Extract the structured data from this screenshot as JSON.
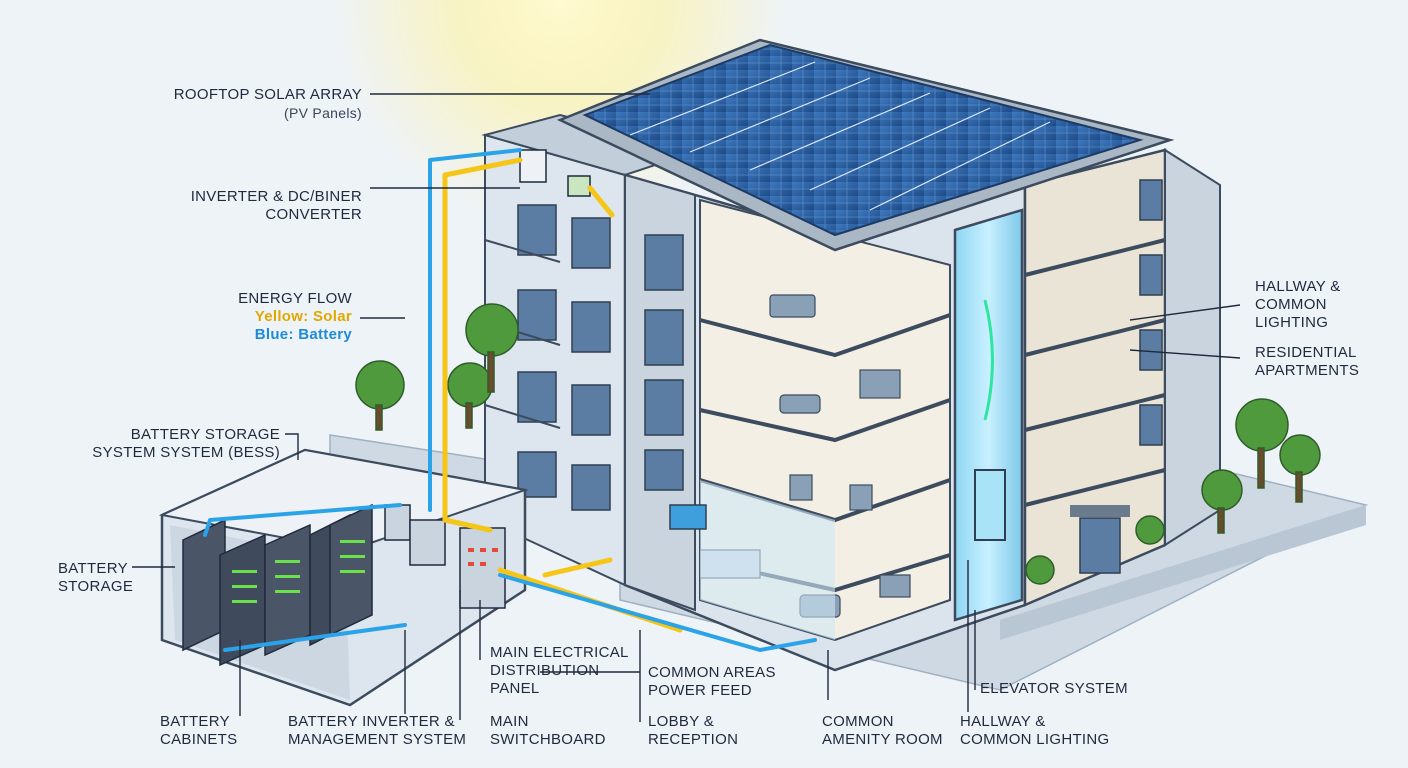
{
  "colors": {
    "solar_flow": "#f5c518",
    "battery_flow": "#2aa3e8",
    "sky": "#eef3f8",
    "building": "#d9e2ec",
    "building_dark": "#3c4b5e",
    "panel": "#2b5d9c",
    "ground": "#c9d4de",
    "tree": "#4f9a3d",
    "interior": "#f3efe4",
    "line": "#1f2a3d"
  },
  "labels": {
    "rooftop_solar": {
      "line1": "ROOFTOP SOLAR ARRAY",
      "line2": "(PV Panels)"
    },
    "inverter": {
      "line1": "INVERTER & DC/BINER",
      "line2": "CONVERTER"
    },
    "energy_flow": {
      "title": "ENERGY FLOW",
      "solar": "Yellow: Solar",
      "battery": "Blue: Battery"
    },
    "bess": {
      "line1": "BATTERY STORAGE",
      "line2": "SYSTEM SYSTEM (BESS)"
    },
    "battery_storage": {
      "line1": "BATTERY",
      "line2": "STORAGE"
    },
    "battery_cabinets": {
      "line1": "BATTERY",
      "line2": "CABINETS"
    },
    "battery_inverter": {
      "line1": "BATTERY INVERTER &",
      "line2": "MANAGEMENT SYSTEM"
    },
    "main_switchboard": {
      "line1": "MAIN",
      "line2": "SWITCHBOARD"
    },
    "main_panel": {
      "line1": "MAIN ELECTRICAL",
      "line2": "DISTRIBUTION",
      "line3": "PANEL"
    },
    "common_areas_feed": {
      "line1": "COMMON AREAS",
      "line2": "POWER FEED"
    },
    "lobby": {
      "line1": "LOBBY &",
      "line2": "RECEPTION"
    },
    "amenity": {
      "line1": "COMMON",
      "line2": "AMENITY ROOM"
    },
    "elevator": {
      "line1": "ELEVATOR SYSTEM"
    },
    "hallway_bottom": {
      "line1": "HALLWAY &",
      "line2": "COMMON LIGHTING"
    },
    "hallway_right": {
      "line1": "HALLWAY &",
      "line2": "COMMON",
      "line3": "LIGHTING"
    },
    "residential": {
      "line1": "RESIDENTIAL",
      "line2": "APARTMENTS"
    }
  }
}
